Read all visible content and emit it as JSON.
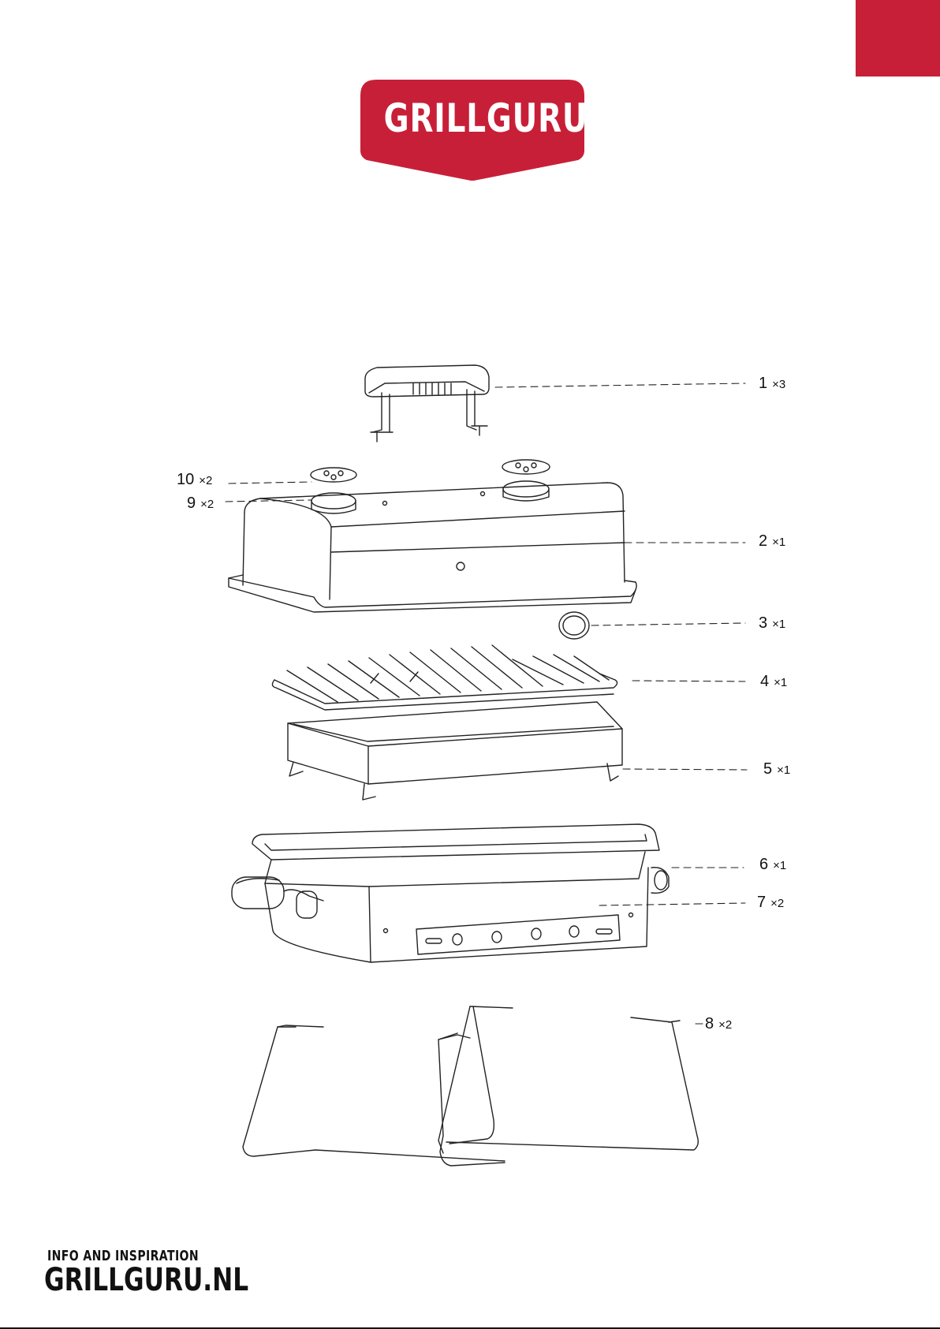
{
  "brand": {
    "logo_text": "GRILLGURU",
    "brand_color": "#c81f38"
  },
  "parts": [
    {
      "number": "1",
      "qty": "×3"
    },
    {
      "number": "2",
      "qty": "×1"
    },
    {
      "number": "3",
      "qty": "×1"
    },
    {
      "number": "4",
      "qty": "×1"
    },
    {
      "number": "5",
      "qty": "×1"
    },
    {
      "number": "6",
      "qty": "×1"
    },
    {
      "number": "7",
      "qty": "×2"
    },
    {
      "number": "8",
      "qty": "×2"
    },
    {
      "number": "9",
      "qty": "×2"
    },
    {
      "number": "10",
      "qty": "×2"
    }
  ],
  "footer": {
    "tagline": "INFO AND INSPIRATION",
    "url": "GRILLGURU.NL"
  }
}
